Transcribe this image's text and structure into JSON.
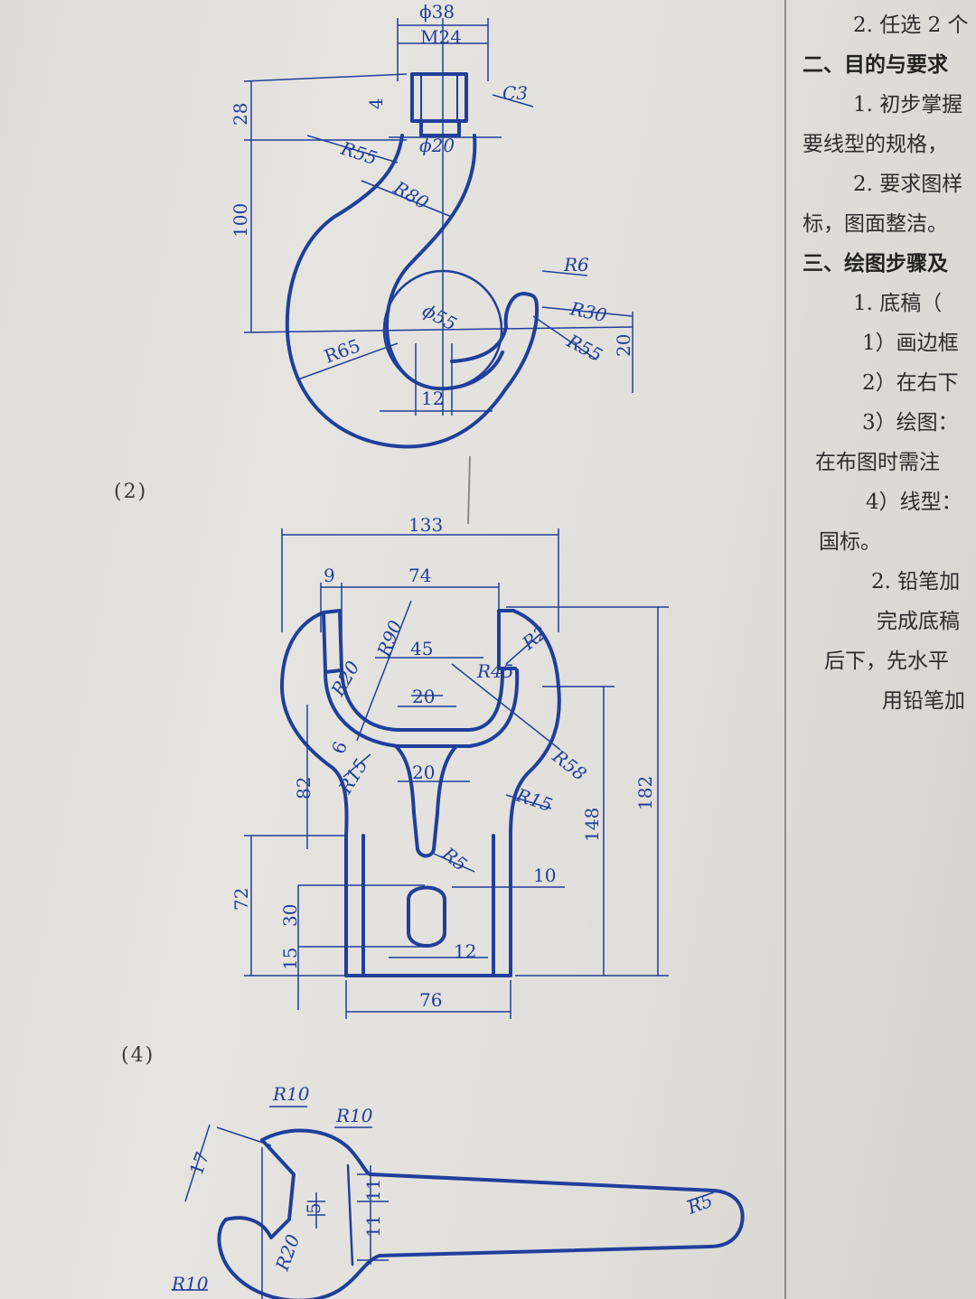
{
  "part_labels": {
    "p2": "(2)",
    "p4": "(4)"
  },
  "figure1": {
    "dims": {
      "phi38": "ϕ38",
      "m24": "M24",
      "c3": "C3",
      "d28": "28",
      "d4": "4",
      "r55_top": "R55",
      "phi20": "ϕ20",
      "r80": "R80",
      "d100": "100",
      "r6": "R6",
      "phi55": "ϕ55",
      "r30": "R30",
      "r55_right": "R55",
      "d20": "20",
      "r65": "R65",
      "d12": "12"
    }
  },
  "figure2": {
    "dims": {
      "d133": "133",
      "d9": "9",
      "d74": "74",
      "r90": "R90",
      "d45": "45",
      "r2": "R2",
      "r20": "R20",
      "r45": "R45",
      "d20_top": "20",
      "d6": "6",
      "r58": "R58",
      "r15_left": "R15",
      "d20_mid": "20",
      "r15_right": "R15",
      "d82": "82",
      "d182": "182",
      "d148": "148",
      "r5": "R5",
      "d10": "10",
      "d72": "72",
      "d30": "30",
      "d15": "15",
      "d12": "12",
      "d76": "76"
    }
  },
  "figure4": {
    "dims": {
      "r10_top": "R10",
      "r10_mid": "R10",
      "d17": "17",
      "d11_top": "11",
      "d5": "5",
      "d11_bot": "11",
      "r5": "R5",
      "r20": "R20",
      "r10_bot": "R10"
    }
  },
  "right_text": [
    {
      "text": "2. 任选 2 个",
      "bold": false
    },
    {
      "text": "二、目的与要求",
      "bold": true
    },
    {
      "text": "1. 初步掌握",
      "bold": false
    },
    {
      "text": "要线型的规格，",
      "bold": false
    },
    {
      "text": "2. 要求图样",
      "bold": false
    },
    {
      "text": "标，图面整洁。",
      "bold": false
    },
    {
      "text": "三、绘图步骤及",
      "bold": true
    },
    {
      "text": "1. 底稿（",
      "bold": false
    },
    {
      "text": "1）画边框",
      "bold": false
    },
    {
      "text": "2）在右下",
      "bold": false
    },
    {
      "text": "3）绘图：",
      "bold": false
    },
    {
      "text": "在布图时需注",
      "bold": false
    },
    {
      "text": "4）线型：",
      "bold": false
    },
    {
      "text": "国标。",
      "bold": false
    },
    {
      "text": "2. 铅笔加",
      "bold": false
    },
    {
      "text": "完成底稿",
      "bold": false
    },
    {
      "text": "后下，先水平",
      "bold": false
    },
    {
      "text": "用铅笔加",
      "bold": false
    }
  ],
  "colors": {
    "ink": "#1f3f9a",
    "paper": "#e3e1dd",
    "text": "#2c2c2c"
  }
}
